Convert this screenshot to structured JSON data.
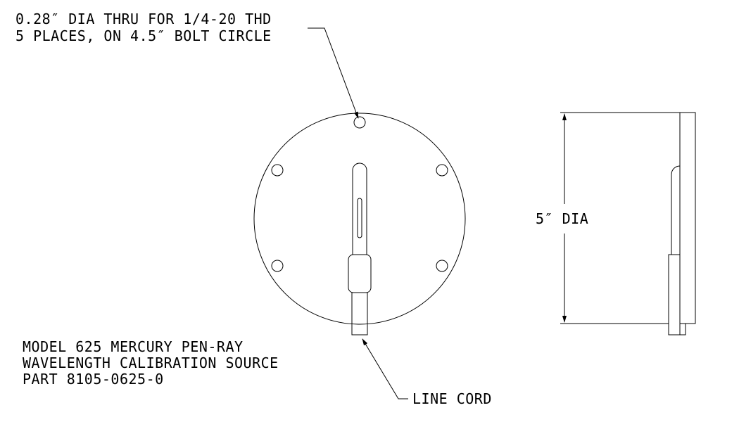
{
  "callouts": {
    "hole_note": [
      "0.28″ DIA THRU FOR 1/4-20 THD",
      "5 PLACES, ON 4.5″ BOLT CIRCLE"
    ],
    "diameter_label": "5″ DIA",
    "line_cord_label": "LINE CORD"
  },
  "title_block": {
    "lines": [
      "MODEL 625 MERCURY PEN-RAY",
      "WAVELENGTH CALIBRATION SOURCE",
      "PART 8105-0625-0"
    ]
  }
}
